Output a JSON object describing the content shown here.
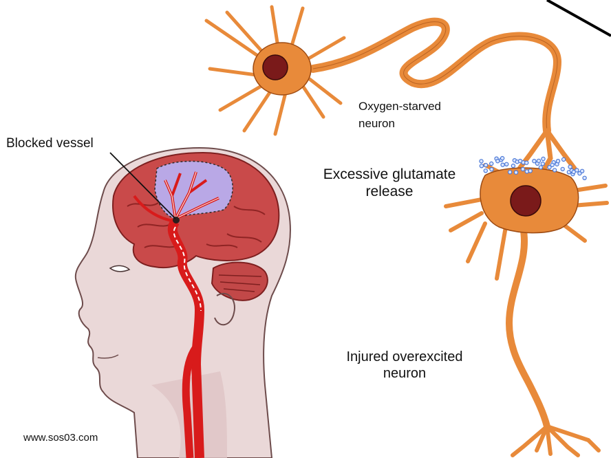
{
  "labels": {
    "blocked_vessel": "Blocked vessel",
    "oxygen_starved_line1": "Oxygen-starved",
    "oxygen_starved_line2": "neuron",
    "glutamate_line1": "Excessive glutamate",
    "glutamate_line2": "release",
    "injured_line1": "Injured overexcited",
    "injured_line2": "neuron"
  },
  "watermark": "www.sos03.com",
  "colors": {
    "neuron_fill": "#e88a3a",
    "neuron_outline": "#9c4a12",
    "nucleus": "#7a1a1a",
    "artery": "#d81b1b",
    "brain": "#c94a4a",
    "ischemic_zone": "#b9a8e6",
    "skin": "#ead8d8",
    "glutamate_dots": "#4b78d6"
  }
}
